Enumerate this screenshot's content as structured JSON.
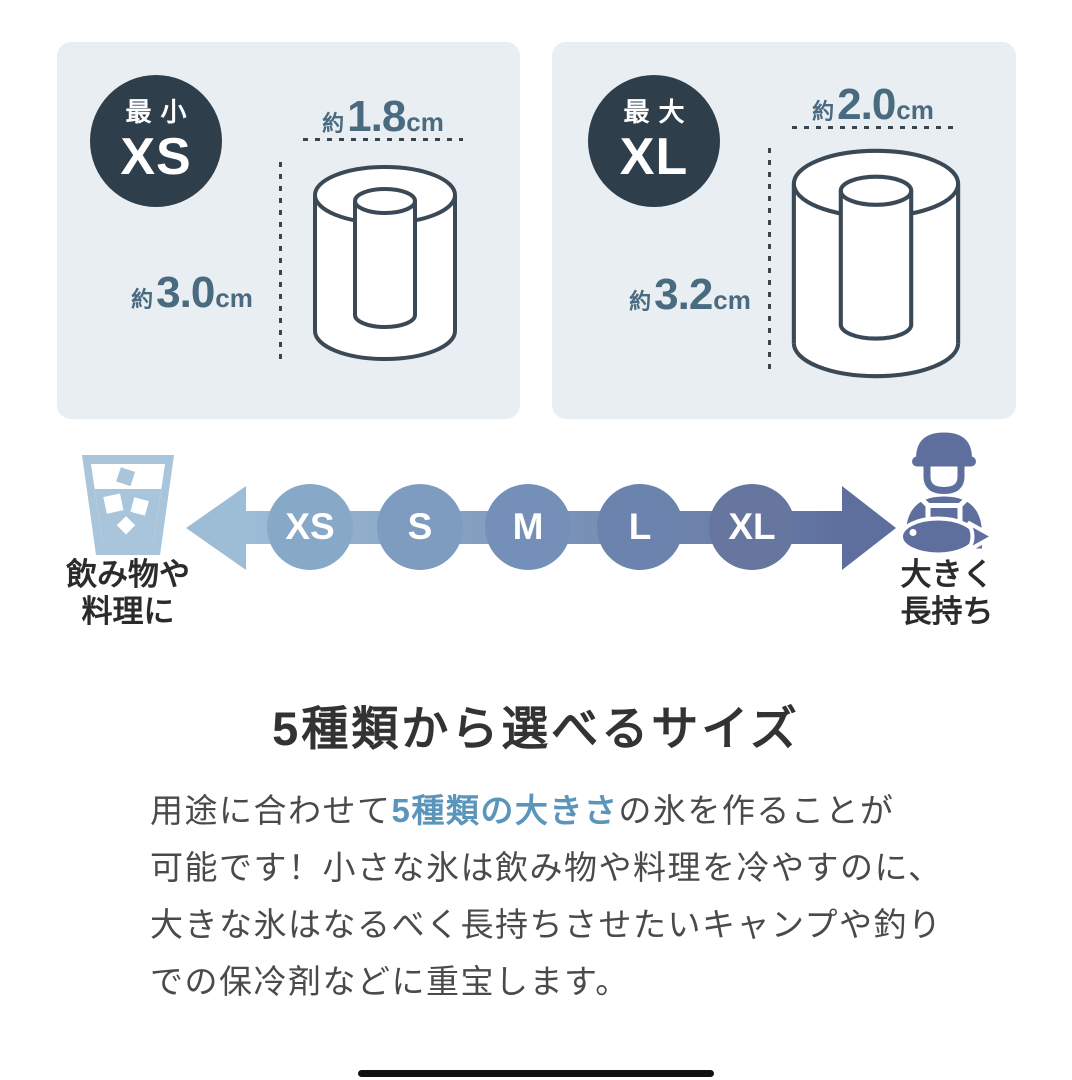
{
  "size_panels": [
    {
      "badge_label": "最小",
      "badge_size": "XS",
      "diameter": {
        "prefix": "約",
        "value": "1.8",
        "unit": "cm"
      },
      "height": {
        "prefix": "約",
        "value": "3.0",
        "unit": "cm"
      }
    },
    {
      "badge_label": "最大",
      "badge_size": "XL",
      "diameter": {
        "prefix": "約",
        "value": "2.0",
        "unit": "cm"
      },
      "height": {
        "prefix": "約",
        "value": "3.2",
        "unit": "cm"
      }
    }
  ],
  "size_scale": {
    "sizes": [
      "XS",
      "S",
      "M",
      "L",
      "XL"
    ],
    "circle_colors": [
      "#86a9c8",
      "#7d9cc0",
      "#7490b8",
      "#6b83ad",
      "#66769f"
    ],
    "arrow_start_color": "#9dbdd7",
    "arrow_end_color": "#5e6f9e",
    "left_icon": "glass-with-ice",
    "left_label": [
      "飲み物や",
      "料理に"
    ],
    "right_icon": "fisherman-with-fish",
    "right_label": [
      "大きく",
      "長持ち"
    ]
  },
  "description": {
    "heading": "5種類から選べるサイズ",
    "line1_pre": "用途に合わせて",
    "line1_accent": "5種類の大きさ",
    "line1_post": "の氷を作ることが",
    "line2": "可能です！小さな氷は飲み物や料理を冷やすのに、",
    "line3": "大きな氷はなるべく長持ちさせたいキャンプや釣り",
    "line4": "での保冷剤などに重宝します。",
    "accent_color": "#5c95bb"
  },
  "colors": {
    "panel_bg": "#e9eef2",
    "badge_bg": "#2e3e4b",
    "dimension_text": "#4a6a80",
    "illustration_outline": "#3a4955",
    "glass_icon": "#a9c5db",
    "fisherman_icon": "#5e6f9d",
    "heading_text": "#333333",
    "body_text": "#4a4a4a",
    "caption_text": "#2b2b2b"
  }
}
